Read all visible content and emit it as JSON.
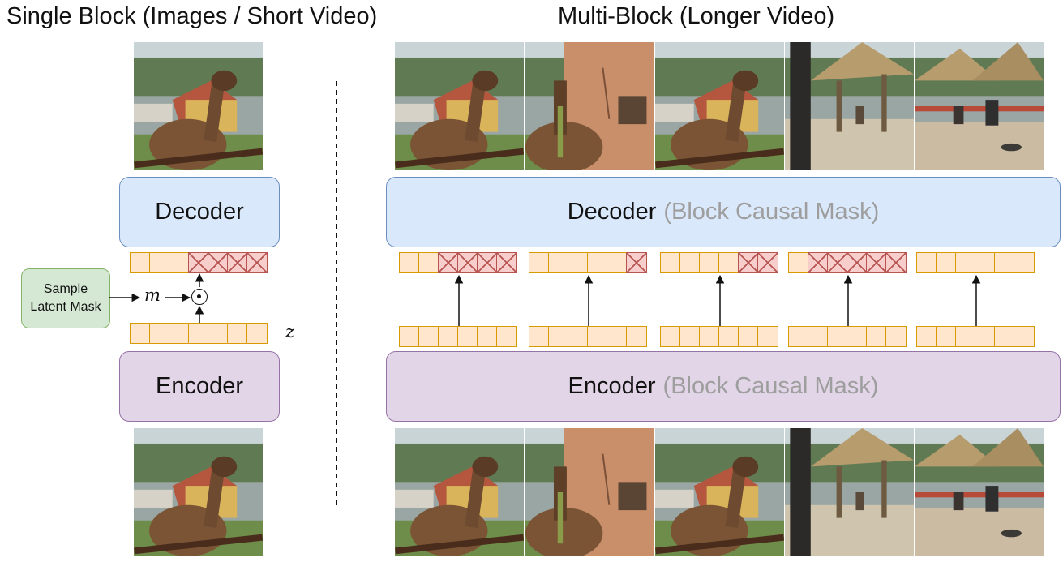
{
  "titles": {
    "left": "Single Block (Images / Short Video)",
    "right": "Multi-Block (Longer Video)"
  },
  "left_panel": {
    "decoder_label": "Decoder",
    "encoder_label": "Encoder",
    "sample_box": [
      "Sample",
      "Latent Mask"
    ],
    "mask_symbol": "m",
    "latent_symbol": "z",
    "tokens_per_row": 7,
    "decoder_row_masked": [
      false,
      false,
      false,
      true,
      true,
      true,
      true
    ],
    "encoder_row_masked": [
      false,
      false,
      false,
      false,
      false,
      false,
      false
    ]
  },
  "right_panel": {
    "decoder_label": "Decoder",
    "decoder_suffix": "(Block Causal Mask)",
    "encoder_label": "Encoder",
    "encoder_suffix": "(Block Causal Mask)",
    "blocks": [
      {
        "decoder_masked": [
          false,
          false,
          true,
          true,
          true,
          true
        ]
      },
      {
        "decoder_masked": [
          false,
          false,
          false,
          false,
          false,
          true
        ]
      },
      {
        "decoder_masked": [
          false,
          false,
          false,
          false,
          true,
          true
        ]
      },
      {
        "decoder_masked": [
          false,
          true,
          true,
          true,
          true,
          true
        ]
      },
      {
        "decoder_masked": [
          false,
          false,
          false,
          false,
          false,
          false
        ]
      }
    ]
  },
  "frames": [
    {
      "scene": "llama-closeup"
    },
    {
      "scene": "llama-eating-near-wall"
    },
    {
      "scene": "llama-side"
    },
    {
      "scene": "pole-and-huts"
    },
    {
      "scene": "people-and-huts"
    }
  ],
  "colors": {
    "decoder_fill": "#dae8fc",
    "encoder_fill": "#e1d5e7",
    "sample_fill": "#d5e8d4",
    "token_fill": "#ffe6cc",
    "token_border": "#d79b00",
    "masked_fill": "#f8cecc",
    "masked_border": "#b85450",
    "suffix_gray": "#9e9e9e"
  }
}
